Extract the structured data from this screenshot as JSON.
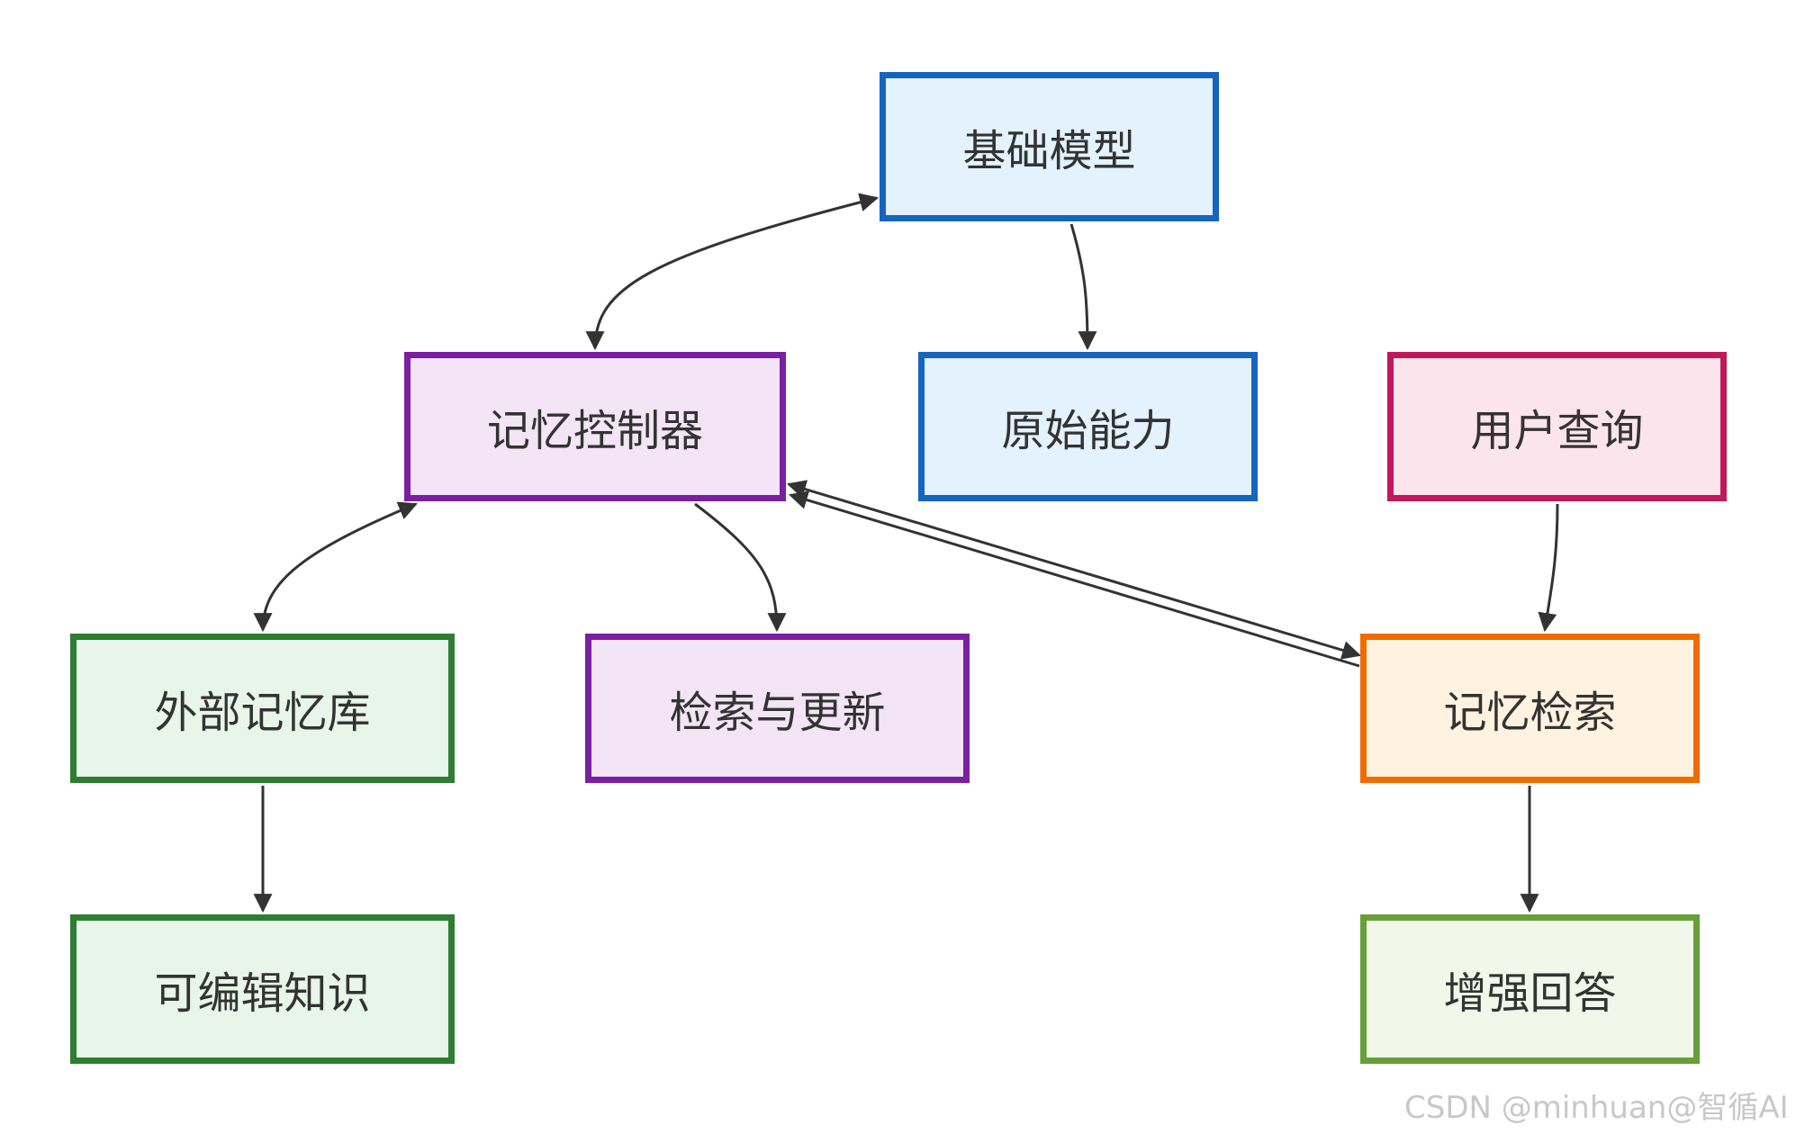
{
  "diagram": {
    "nodes": {
      "base_model": "基础模型",
      "memory_controller": "记忆控制器",
      "original_ability": "原始能力",
      "user_query": "用户查询",
      "external_memory": "外部记忆库",
      "retrieve_update": "检索与更新",
      "memory_retrieval": "记忆检索",
      "editable_knowledge": "可编辑知识",
      "enhanced_answer": "增强回答"
    },
    "edges": [
      {
        "from": "memory_controller",
        "to": "base_model",
        "bidirectional": true
      },
      {
        "from": "base_model",
        "to": "original_ability",
        "bidirectional": false
      },
      {
        "from": "memory_controller",
        "to": "external_memory",
        "bidirectional": true
      },
      {
        "from": "memory_controller",
        "to": "retrieve_update",
        "bidirectional": false
      },
      {
        "from": "memory_controller",
        "to": "memory_retrieval",
        "bidirectional": true
      },
      {
        "from": "memory_retrieval",
        "to": "memory_controller",
        "bidirectional": false
      },
      {
        "from": "user_query",
        "to": "memory_retrieval",
        "bidirectional": false
      },
      {
        "from": "external_memory",
        "to": "editable_knowledge",
        "bidirectional": false
      },
      {
        "from": "memory_retrieval",
        "to": "enhanced_answer",
        "bidirectional": false
      }
    ],
    "colors": {
      "blue_border": "#1565c0",
      "blue_fill": "#e3f2fd",
      "purple_border": "#7b1fa2",
      "purple_fill": "#f3e5f5",
      "pink_border": "#c2185b",
      "pink_fill": "#fce4ec",
      "green_border": "#2e7d32",
      "green_fill": "#e8f5e9",
      "orange_border": "#ef6c00",
      "orange_fill": "#fff3e0",
      "lime_border": "#689f38",
      "lime_fill": "#f1f8e9",
      "edge": "#333333"
    }
  },
  "watermark": "CSDN @minhuan@智循AI"
}
